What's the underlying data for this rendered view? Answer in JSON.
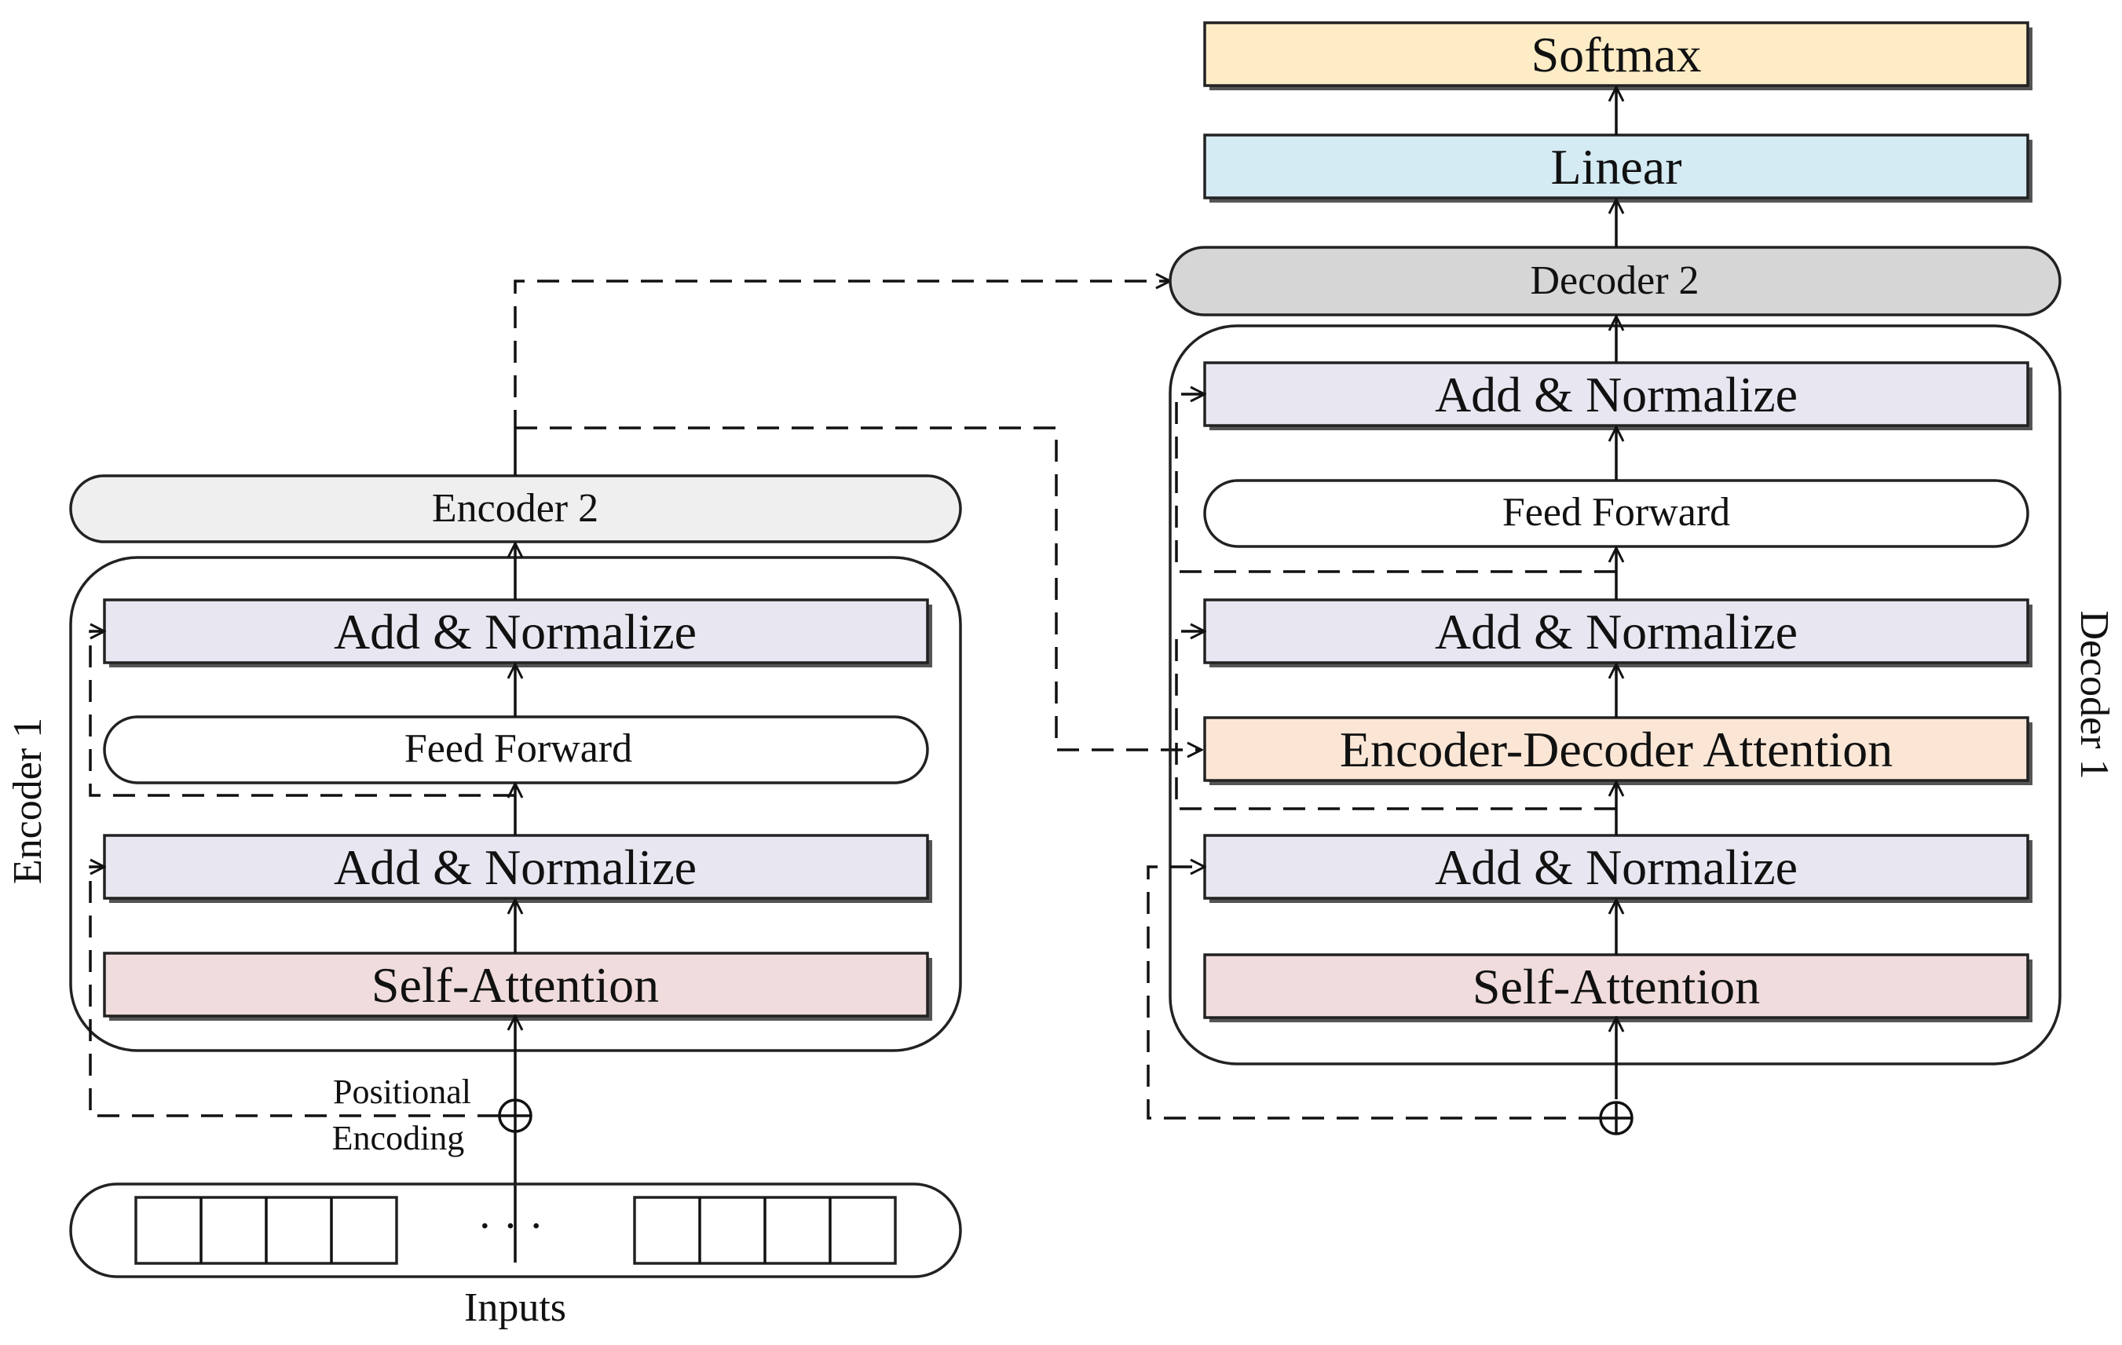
{
  "encoder": {
    "container_label": "Encoder 1",
    "top_label": "Encoder 2",
    "add_norm_top": "Add & Normalize",
    "feed_forward": "Feed Forward",
    "add_norm_bottom": "Add & Normalize",
    "self_attention": "Self-Attention",
    "positional_line1": "Positional",
    "positional_line2": "Encoding",
    "ellipsis": "· · ·",
    "inputs_label": "Inputs"
  },
  "decoder": {
    "container_label": "Decoder 1",
    "top_label": "Decoder 2",
    "add_norm_top": "Add & Normalize",
    "feed_forward": "Feed Forward",
    "add_norm_middle": "Add & Normalize",
    "enc_dec_attention": "Encoder-Decoder Attention",
    "add_norm_bottom": "Add & Normalize",
    "self_attention": "Self-Attention",
    "linear": "Linear",
    "softmax": "Softmax"
  },
  "colors": {
    "add_normalize": "#e8e6f0",
    "self_attention": "#f0dcdc",
    "enc_dec_attention": "#fbe6d6",
    "linear": "#d5ebf3",
    "softmax": "#fdecc6",
    "encoder2": "#efefef",
    "decoder2": "#d6d6d6",
    "feed_forward": "#ffffff"
  }
}
